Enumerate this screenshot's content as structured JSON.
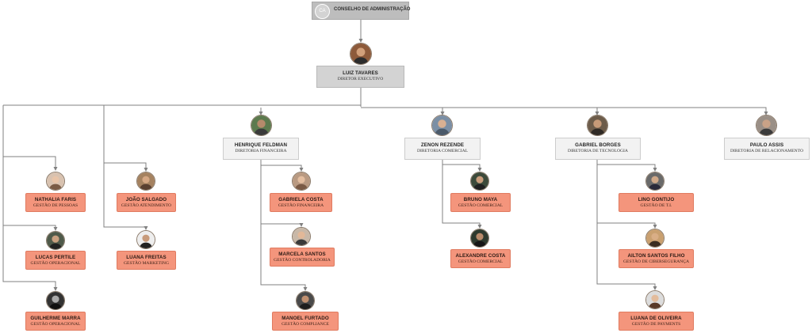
{
  "board": {
    "initials": "CA",
    "title": "CONSELHO DE ADMINISTRAÇÃO"
  },
  "ceo": {
    "name": "LUIZ TAVARES",
    "role": "DIRETOR EXECUTIVO"
  },
  "directors": [
    {
      "name": "HENRIQUE FELDMAN",
      "role": "DIRETORIA  FINANCEIRA"
    },
    {
      "name": "ZENON REZENDE",
      "role": "DIRETORIA COMERCIAL"
    },
    {
      "name": "GABRIEL BORGES",
      "role": "DIRETORIA DE TECNOLOGIA"
    },
    {
      "name": "PAULO ASSIS",
      "role": "DIRETORIA DE RELACIONAMENTO"
    }
  ],
  "staff": {
    "nathalia": {
      "name": "NATHALIA FARIS",
      "role": "GESTÃO DE PESSOAS"
    },
    "lucas": {
      "name": "LUCAS PERTILE",
      "role": "GESTÃO OPERACIONAL"
    },
    "guilherme": {
      "name": "GUILHERME MARRA",
      "role": "GESTÃO OPERACIONAL"
    },
    "joao": {
      "name": "JOÃO SALGADO",
      "role": "GESTÃO ATENDIMENTO"
    },
    "luana_f": {
      "name": "LUANA FREITAS",
      "role": "GESTÃO MARKETING"
    },
    "gabriela": {
      "name": "GABRIELA COSTA",
      "role": "GESTÃO FINANCEIRA"
    },
    "marcela": {
      "name": "MARCELA SANTOS",
      "role": "GESTÃO CONTROLADORIA"
    },
    "manoel": {
      "name": "MANOEL FURTADO",
      "role": "GESTÃO COMPLIANCE"
    },
    "bruno": {
      "name": "BRUNO MAYA",
      "role": "GESTÃO COMERCIAL"
    },
    "alexandre": {
      "name": "ALEXANDRE COSTA",
      "role": "GESTÃO COMERCIAL"
    },
    "lino": {
      "name": "LINO GONTIJO",
      "role": "GESTÃO DE T.I."
    },
    "ailton": {
      "name": "AILTON SANTOS FILHO",
      "role": "GESTÃO DE CIBERSEGURANÇA"
    },
    "luana_o": {
      "name": "LUANA DE OLIVEIRA",
      "role": "GESTÃO DE PAYMENTS"
    }
  },
  "colors": {
    "board": "#bdbdbd",
    "ceo": "#d3d3d3",
    "director": "#f2f2f2",
    "manager": "#f4957c",
    "line": "#808080"
  }
}
